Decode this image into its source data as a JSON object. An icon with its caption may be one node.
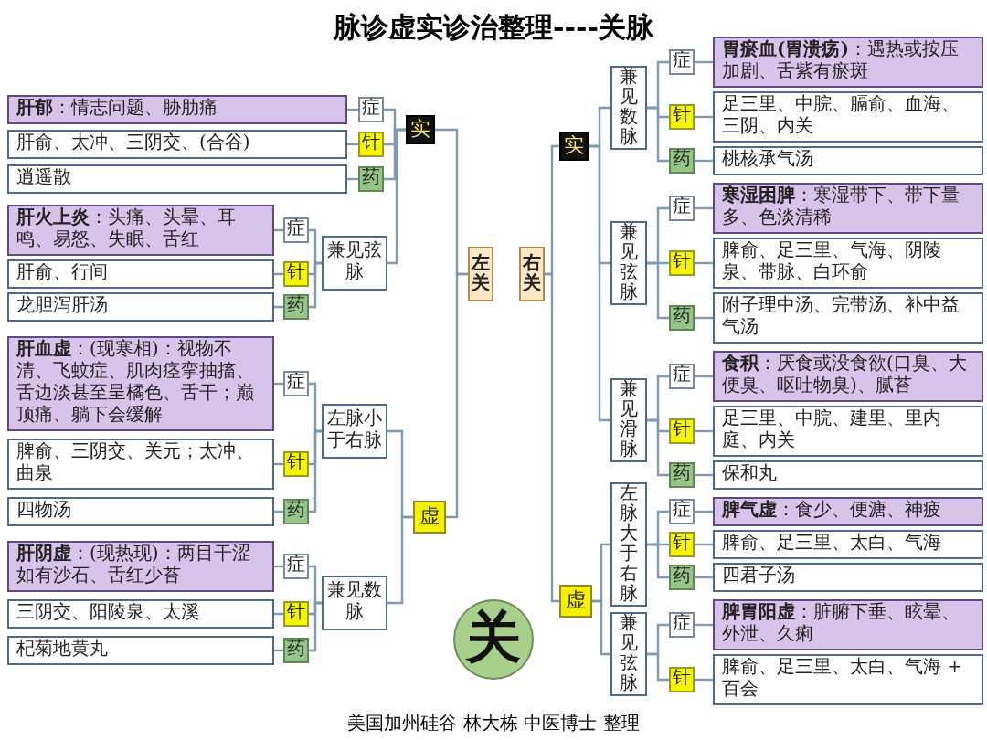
{
  "diagram": {
    "title": "脉诊虚实诊治整理----关脉",
    "caption": "美国加州硅谷 林大栋 中医博士 整理",
    "nodes": [
      {
        "text": [
          "关"
        ]
      },
      {
        "text": [
          "左关"
        ]
      },
      {
        "text": [
          "右关"
        ]
      },
      {
        "text": [
          "实"
        ]
      },
      {
        "text": [
          "虚"
        ]
      },
      {
        "text": [
          "实"
        ]
      },
      {
        "text": [
          "虚"
        ]
      },
      {
        "text": [
          "症"
        ]
      },
      {
        "text": [
          "针"
        ]
      },
      {
        "text": [
          "药"
        ]
      },
      {
        "text": [
          "**肝郁**：情志问题、胁肋痛"
        ]
      },
      {
        "text": [
          "肝俞、太冲、三阴交、(合谷)"
        ]
      },
      {
        "text": [
          "逍遥散"
        ]
      },
      {
        "text": [
          "兼见弦脉"
        ]
      },
      {
        "text": [
          "症"
        ]
      },
      {
        "text": [
          "针"
        ]
      },
      {
        "text": [
          "药"
        ]
      },
      {
        "text": [
          "**肝火上炎**：头痛、头晕、耳鸣、易怒、失眠、舌红"
        ]
      },
      {
        "text": [
          "肝俞、行间"
        ]
      },
      {
        "text": [
          "龙胆泻肝汤"
        ]
      },
      {
        "text": [
          "左脉小于右脉"
        ]
      },
      {
        "text": [
          "症"
        ]
      },
      {
        "text": [
          "针"
        ]
      },
      {
        "text": [
          "药"
        ]
      },
      {
        "text": [
          "**肝血虚**：(现寒相)：视物不清、飞蚊症、肌肉痉挛抽搐、舌边淡甚至呈橘色、舌干；巅顶痛、躺下会缓解"
        ]
      },
      {
        "text": [
          "脾俞、三阴交、关元；太冲、曲泉"
        ]
      },
      {
        "text": [
          "四物汤"
        ]
      },
      {
        "text": [
          "兼见数脉"
        ]
      },
      {
        "text": [
          "症"
        ]
      },
      {
        "text": [
          "针"
        ]
      },
      {
        "text": [
          "药"
        ]
      },
      {
        "text": [
          "**肝阴虚**：(现热现)：两目干涩如有沙石、舌红少苔"
        ]
      },
      {
        "text": [
          "三阴交、阳陵泉、太溪"
        ]
      },
      {
        "text": [
          "杞菊地黄丸"
        ]
      },
      {
        "text": [
          "兼见数脉"
        ]
      },
      {
        "text": [
          "症"
        ]
      },
      {
        "text": [
          "针"
        ]
      },
      {
        "text": [
          "药"
        ]
      },
      {
        "text": [
          "**胃瘀血(胃溃疡)**：遇热或按压加剧、舌紫有瘀斑"
        ]
      },
      {
        "text": [
          "足三里、中脘、膈俞、血海、三阴、内关"
        ]
      },
      {
        "text": [
          "桃核承气汤"
        ]
      },
      {
        "text": [
          "兼见弦脉"
        ]
      },
      {
        "text": [
          "症"
        ]
      },
      {
        "text": [
          "针"
        ]
      },
      {
        "text": [
          "药"
        ]
      },
      {
        "text": [
          "**寒湿困脾**：寒湿带下、带下量多、色淡清稀"
        ]
      },
      {
        "text": [
          "脾俞、足三里、气海、阴陵泉、带脉、白环俞"
        ]
      },
      {
        "text": [
          "附子理中汤、完带汤、补中益气汤"
        ]
      },
      {
        "text": [
          "兼见滑脉"
        ]
      },
      {
        "text": [
          "症"
        ]
      },
      {
        "text": [
          "针"
        ]
      },
      {
        "text": [
          "药"
        ]
      },
      {
        "text": [
          "**食积**：厌食或没食欲(口臭、大便臭、呕吐物臭)、腻苔"
        ]
      },
      {
        "text": [
          "足三里、中脘、建里、里内庭、内关"
        ]
      },
      {
        "text": [
          "保和丸"
        ]
      },
      {
        "text": [
          "左脉大于右脉"
        ]
      },
      {
        "text": [
          "症"
        ]
      },
      {
        "text": [
          "针"
        ]
      },
      {
        "text": [
          "药"
        ]
      },
      {
        "text": [
          "**脾气虚**：食少、便溏、神疲"
        ]
      },
      {
        "text": [
          "脾俞、足三里、太白、气海"
        ]
      },
      {
        "text": [
          "四君子汤"
        ]
      },
      {
        "text": [
          "兼见弦脉"
        ]
      },
      {
        "text": [
          "症"
        ]
      },
      {
        "text": [
          "针"
        ]
      },
      {
        "text": [
          "**脾胃阳虚**：脏腑下垂、眩晕、外泄、久痢"
        ]
      },
      {
        "text": [
          "脾俞、足三里、太白、气海 + 百会"
        ]
      }
    ],
    "edges": [
      {
        "from": 1,
        "to": 3,
        "arrow": "none"
      },
      {
        "from": 1,
        "to": 4,
        "arrow": "none"
      },
      {
        "from": 2,
        "to": 5,
        "arrow": "none"
      },
      {
        "from": 2,
        "to": 6,
        "arrow": "none"
      },
      {
        "from": 3,
        "to": 7,
        "arrow": "none"
      },
      {
        "from": 3,
        "to": 8,
        "arrow": "none"
      },
      {
        "from": 3,
        "to": 9,
        "arrow": "none"
      },
      {
        "from": 3,
        "to": 13,
        "arrow": "none"
      },
      {
        "from": 7,
        "to": 10,
        "arrow": "none"
      },
      {
        "from": 8,
        "to": 11,
        "arrow": "none"
      },
      {
        "from": 9,
        "to": 12,
        "arrow": "none"
      },
      {
        "from": 13,
        "to": 14,
        "arrow": "none"
      },
      {
        "from": 13,
        "to": 15,
        "arrow": "none"
      },
      {
        "from": 13,
        "to": 16,
        "arrow": "none"
      },
      {
        "from": 14,
        "to": 17,
        "arrow": "none"
      },
      {
        "from": 15,
        "to": 18,
        "arrow": "none"
      },
      {
        "from": 16,
        "to": 19,
        "arrow": "none"
      },
      {
        "from": 4,
        "to": 20,
        "arrow": "none"
      },
      {
        "from": 4,
        "to": 27,
        "arrow": "none"
      },
      {
        "from": 20,
        "to": 21,
        "arrow": "none"
      },
      {
        "from": 20,
        "to": 22,
        "arrow": "none"
      },
      {
        "from": 20,
        "to": 23,
        "arrow": "none"
      },
      {
        "from": 21,
        "to": 24,
        "arrow": "none"
      },
      {
        "from": 22,
        "to": 25,
        "arrow": "none"
      },
      {
        "from": 23,
        "to": 26,
        "arrow": "none"
      },
      {
        "from": 27,
        "to": 28,
        "arrow": "none"
      },
      {
        "from": 27,
        "to": 29,
        "arrow": "none"
      },
      {
        "from": 27,
        "to": 30,
        "arrow": "none"
      },
      {
        "from": 28,
        "to": 31,
        "arrow": "none"
      },
      {
        "from": 29,
        "to": 32,
        "arrow": "none"
      },
      {
        "from": 30,
        "to": 33,
        "arrow": "none"
      },
      {
        "from": 5,
        "to": 34,
        "arrow": "none"
      },
      {
        "from": 5,
        "to": 41,
        "arrow": "none"
      },
      {
        "from": 5,
        "to": 48,
        "arrow": "none"
      },
      {
        "from": 34,
        "to": 35,
        "arrow": "none"
      },
      {
        "from": 34,
        "to": 36,
        "arrow": "none"
      },
      {
        "from": 34,
        "to": 37,
        "arrow": "none"
      },
      {
        "from": 35,
        "to": 38,
        "arrow": "none"
      },
      {
        "from": 36,
        "to": 39,
        "arrow": "none"
      },
      {
        "from": 37,
        "to": 40,
        "arrow": "none"
      },
      {
        "from": 41,
        "to": 42,
        "arrow": "none"
      },
      {
        "from": 41,
        "to": 43,
        "arrow": "none"
      },
      {
        "from": 41,
        "to": 44,
        "arrow": "none"
      },
      {
        "from": 42,
        "to": 45,
        "arrow": "none"
      },
      {
        "from": 43,
        "to": 46,
        "arrow": "none"
      },
      {
        "from": 44,
        "to": 47,
        "arrow": "none"
      },
      {
        "from": 48,
        "to": 49,
        "arrow": "none"
      },
      {
        "from": 48,
        "to": 50,
        "arrow": "none"
      },
      {
        "from": 48,
        "to": 51,
        "arrow": "none"
      },
      {
        "from": 49,
        "to": 52,
        "arrow": "none"
      },
      {
        "from": 50,
        "to": 53,
        "arrow": "none"
      },
      {
        "from": 51,
        "to": 54,
        "arrow": "none"
      },
      {
        "from": 6,
        "to": 55,
        "arrow": "none"
      },
      {
        "from": 6,
        "to": 62,
        "arrow": "none"
      },
      {
        "from": 55,
        "to": 56,
        "arrow": "none"
      },
      {
        "from": 55,
        "to": 57,
        "arrow": "none"
      },
      {
        "from": 55,
        "to": 58,
        "arrow": "none"
      },
      {
        "from": 56,
        "to": 59,
        "arrow": "none"
      },
      {
        "from": 57,
        "to": 60,
        "arrow": "none"
      },
      {
        "from": 58,
        "to": 61,
        "arrow": "none"
      },
      {
        "from": 62,
        "to": 63,
        "arrow": "none"
      },
      {
        "from": 62,
        "to": 64,
        "arrow": "none"
      },
      {
        "from": 63,
        "to": 65,
        "arrow": "none"
      },
      {
        "from": 64,
        "to": 66,
        "arrow": "none"
      }
    ]
  }
}
